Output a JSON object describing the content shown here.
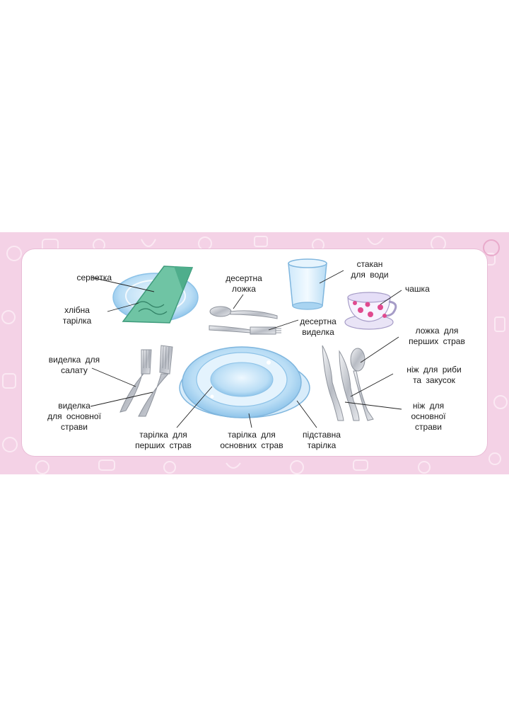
{
  "labels": {
    "napkin": "серветка",
    "bread_plate": "хлібна\nтарілка",
    "dessert_spoon": "десертна\nложка",
    "water_glass": "стакан\nдля води",
    "cup": "чашка",
    "dessert_fork": "десертна\nвиделка",
    "soup_spoon": "ложка для\nперших страв",
    "salad_fork": "виделка для\nсалату",
    "fish_knife": "ніж для риби\nта закусок",
    "main_fork": "виделка\nдля основної\nстрави",
    "main_knife": "ніж для\nосновної\nстрави",
    "soup_plate": "тарілка для\nперших страв",
    "main_plate": "тарілка для\nосновних страв",
    "charger_plate": "підставна\nтарілка"
  },
  "colors": {
    "band": "#f4d2e6",
    "card": "#ffffff",
    "napkin": "#6fc4a4",
    "plate": "#bfe0f6",
    "cup_dots": "#e04a8f",
    "silver": "#c8ccd3"
  },
  "icons": [
    "napkin-icon",
    "plate-icon",
    "glass-icon",
    "cup-icon",
    "spoon-icon",
    "fork-icon",
    "knife-icon"
  ]
}
